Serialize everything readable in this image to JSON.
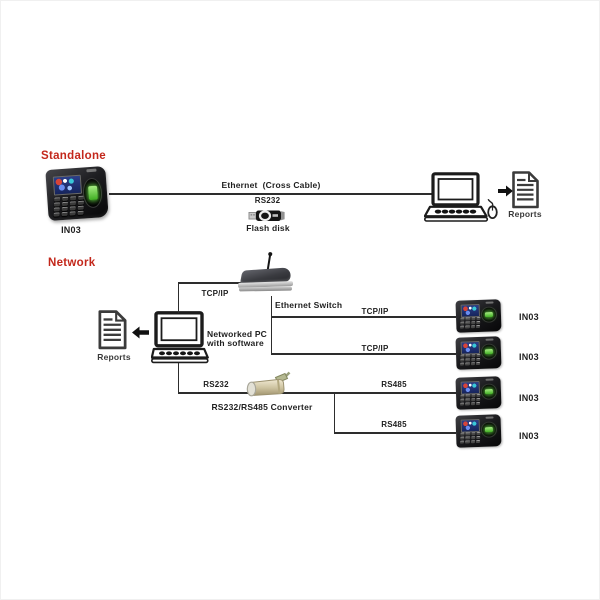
{
  "diagram": {
    "title_standalone": "Standalone",
    "title_network": "Network"
  },
  "standalone": {
    "device_label": "IN03",
    "cable_label": "Ethernet  (Cross Cable)",
    "serial_label": "RS232",
    "flash_label": "Flash disk",
    "reports_label": "Reports"
  },
  "network": {
    "uplink_label": "TCP/IP",
    "switch_label": "Ethernet Switch",
    "pc_label_line1": "Networked PC",
    "pc_label_line2": "with software",
    "reports_label": "Reports",
    "rs232_label": "RS232",
    "converter_label": "RS232/RS485 Converter",
    "branches": [
      {
        "label": "TCP/IP",
        "device_label": "IN03"
      },
      {
        "label": "TCP/IP",
        "device_label": "IN03"
      },
      {
        "label": "RS485",
        "device_label": "IN03"
      },
      {
        "label": "RS485",
        "device_label": "IN03"
      }
    ]
  },
  "colors": {
    "section_header": "#c3271b",
    "label_text": "#1f1f1f",
    "connector_line": "#2d2d2d",
    "device_body": "#121212",
    "screen_blue": "#25367c",
    "sensor_green": "#49bd2e",
    "background": "#ffffff"
  }
}
